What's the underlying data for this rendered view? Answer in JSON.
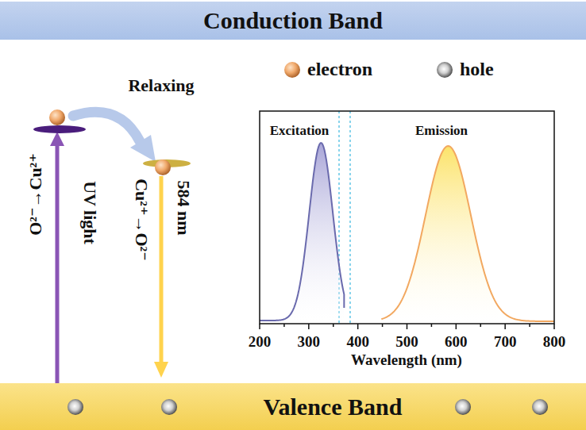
{
  "diagram": {
    "nodes": [
      {
        "text": [
          "Conduction Band"
        ]
      },
      {
        "text": [
          "Valence Band"
        ]
      }
    ],
    "labels": [
      "Relaxing",
      "O²⁻→Cu²⁺",
      "UV light",
      "Cu²⁺→O²⁻",
      "584 nm",
      "Excitation",
      "Emission",
      "200",
      "300",
      "400",
      "500",
      "600",
      "700",
      "800",
      "Wavelength (nm)"
    ],
    "legend": [
      {
        "text": "electron"
      },
      {
        "text": "hole"
      }
    ]
  }
}
